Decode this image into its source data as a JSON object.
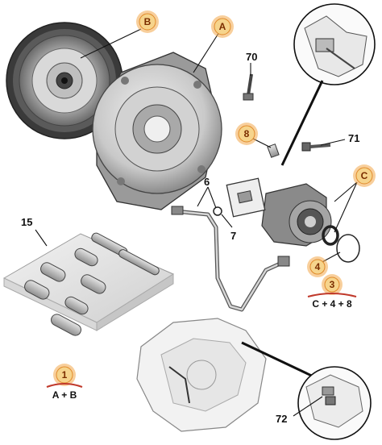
{
  "callouts": {
    "A": "A",
    "B": "B",
    "C": "C",
    "8": "8",
    "4": "4",
    "3": "3",
    "1": "1"
  },
  "numbers": {
    "n70": "70",
    "n71": "71",
    "n6": "6",
    "n7": "7",
    "n15": "15",
    "n72": "72"
  },
  "formulas": {
    "kit3": "C + 4 + 8",
    "kit1": "A + B"
  },
  "colors": {
    "badge_fill": "#f6d48c",
    "badge_ring": "#f2a84a",
    "badge_text": "#7a2d00",
    "underline": "#c0392b"
  }
}
